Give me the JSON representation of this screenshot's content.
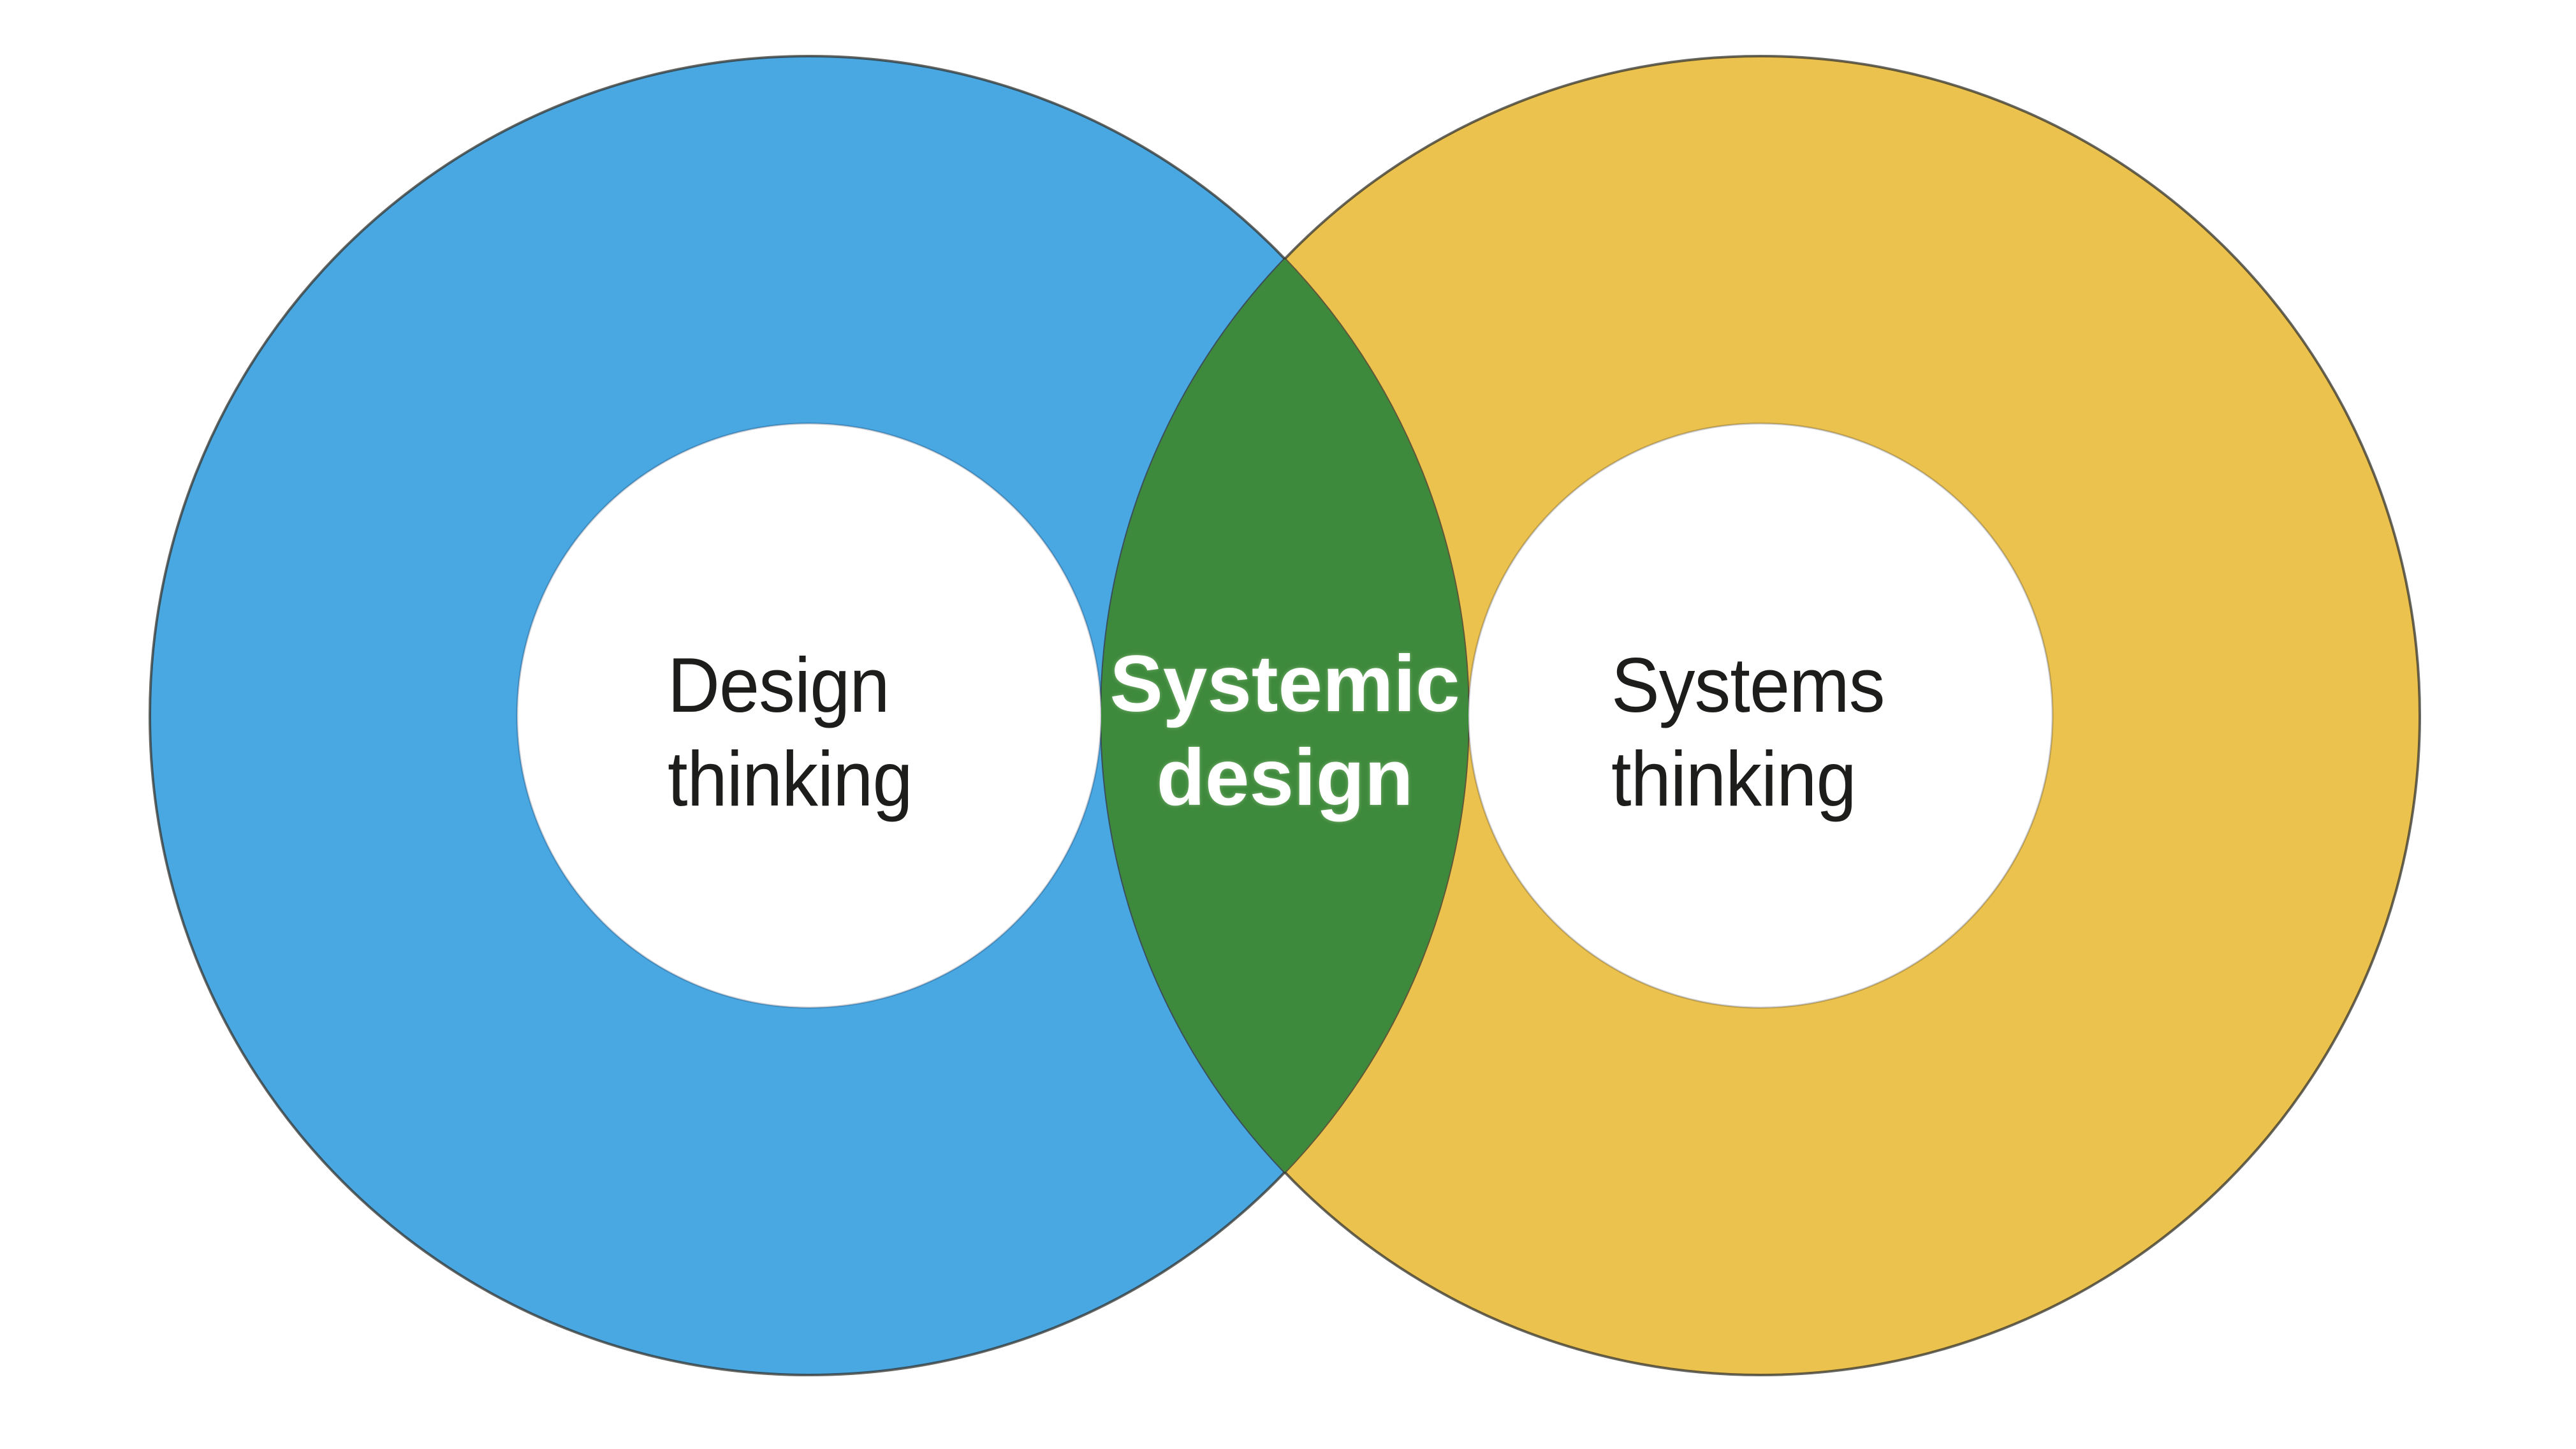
{
  "diagram": {
    "type": "venn",
    "background": "#ffffff",
    "outline_color": "#33332e",
    "left_circle": {
      "label": "Design thinking",
      "line1": "Design",
      "line2": "thinking",
      "ring_color": "#49A8E2",
      "center_color": "#ffffff",
      "label_color": "#1d1d1b"
    },
    "right_circle": {
      "label": "Systems thinking",
      "line1": "Systems",
      "line2": "thinking",
      "ring_color": "#ECC24F",
      "center_color": "#ffffff",
      "label_color": "#1d1d1b"
    },
    "overlap": {
      "label": "Systemic design",
      "line1": "Systemic",
      "line2": "design",
      "fill_color": "#3E8A3C",
      "label_color": "#ffffff"
    }
  }
}
